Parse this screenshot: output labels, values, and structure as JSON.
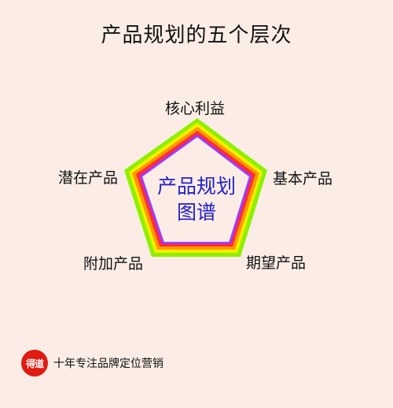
{
  "title": "产品规划的五个层次",
  "center": {
    "line1": "产品规划",
    "line2": "图谱"
  },
  "levels": {
    "top": "核心利益",
    "right": "基本产品",
    "bottom_right": "期望产品",
    "bottom_left": "附加产品",
    "left": "潜在产品"
  },
  "brand": {
    "logo_text": "得道",
    "tagline": "十年专注品牌定位营销"
  },
  "colors": {
    "background": "#fbece6",
    "outline_outer": "#8ef000",
    "outline_yellow": "#f3ef00",
    "outline_orange": "#ff9900",
    "outline_red": "#ff2f2f",
    "outline_magenta": "#cc22cc",
    "outline_violet": "#8c4cff",
    "center_text": "#2222c8",
    "brand_red": "#e01b12"
  }
}
